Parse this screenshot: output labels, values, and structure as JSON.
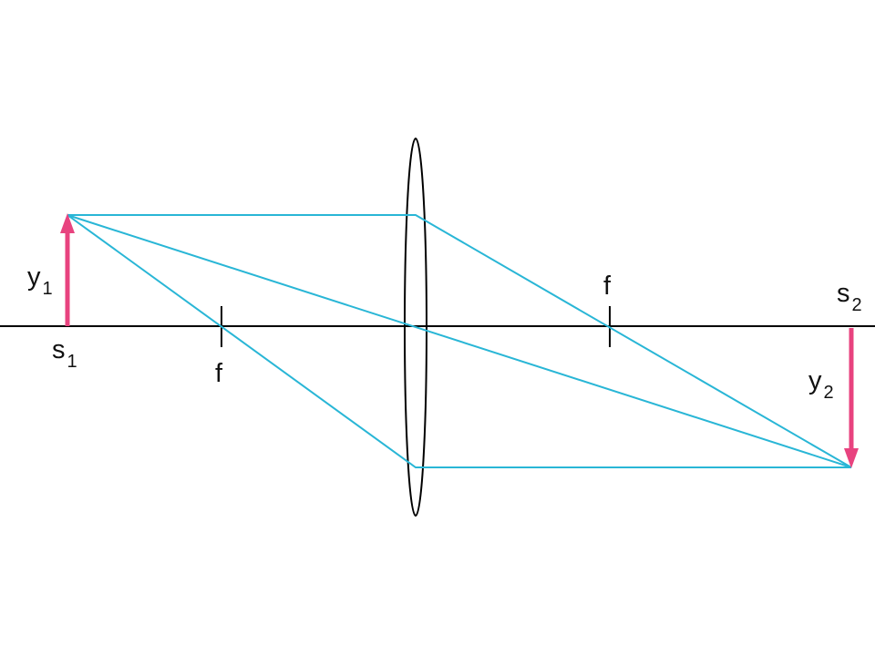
{
  "diagram": {
    "colors": {
      "axis": "#000000",
      "lens": "#000000",
      "ray": "#29b6d6",
      "arrow": "#e8437f"
    },
    "labels": {
      "object_height": {
        "main": "y",
        "sub": "1"
      },
      "object_position": {
        "main": "s",
        "sub": "1"
      },
      "focal_left": "f",
      "focal_right": "f",
      "image_position": {
        "main": "s",
        "sub": "2"
      },
      "image_height": {
        "main": "y",
        "sub": "2"
      }
    }
  }
}
